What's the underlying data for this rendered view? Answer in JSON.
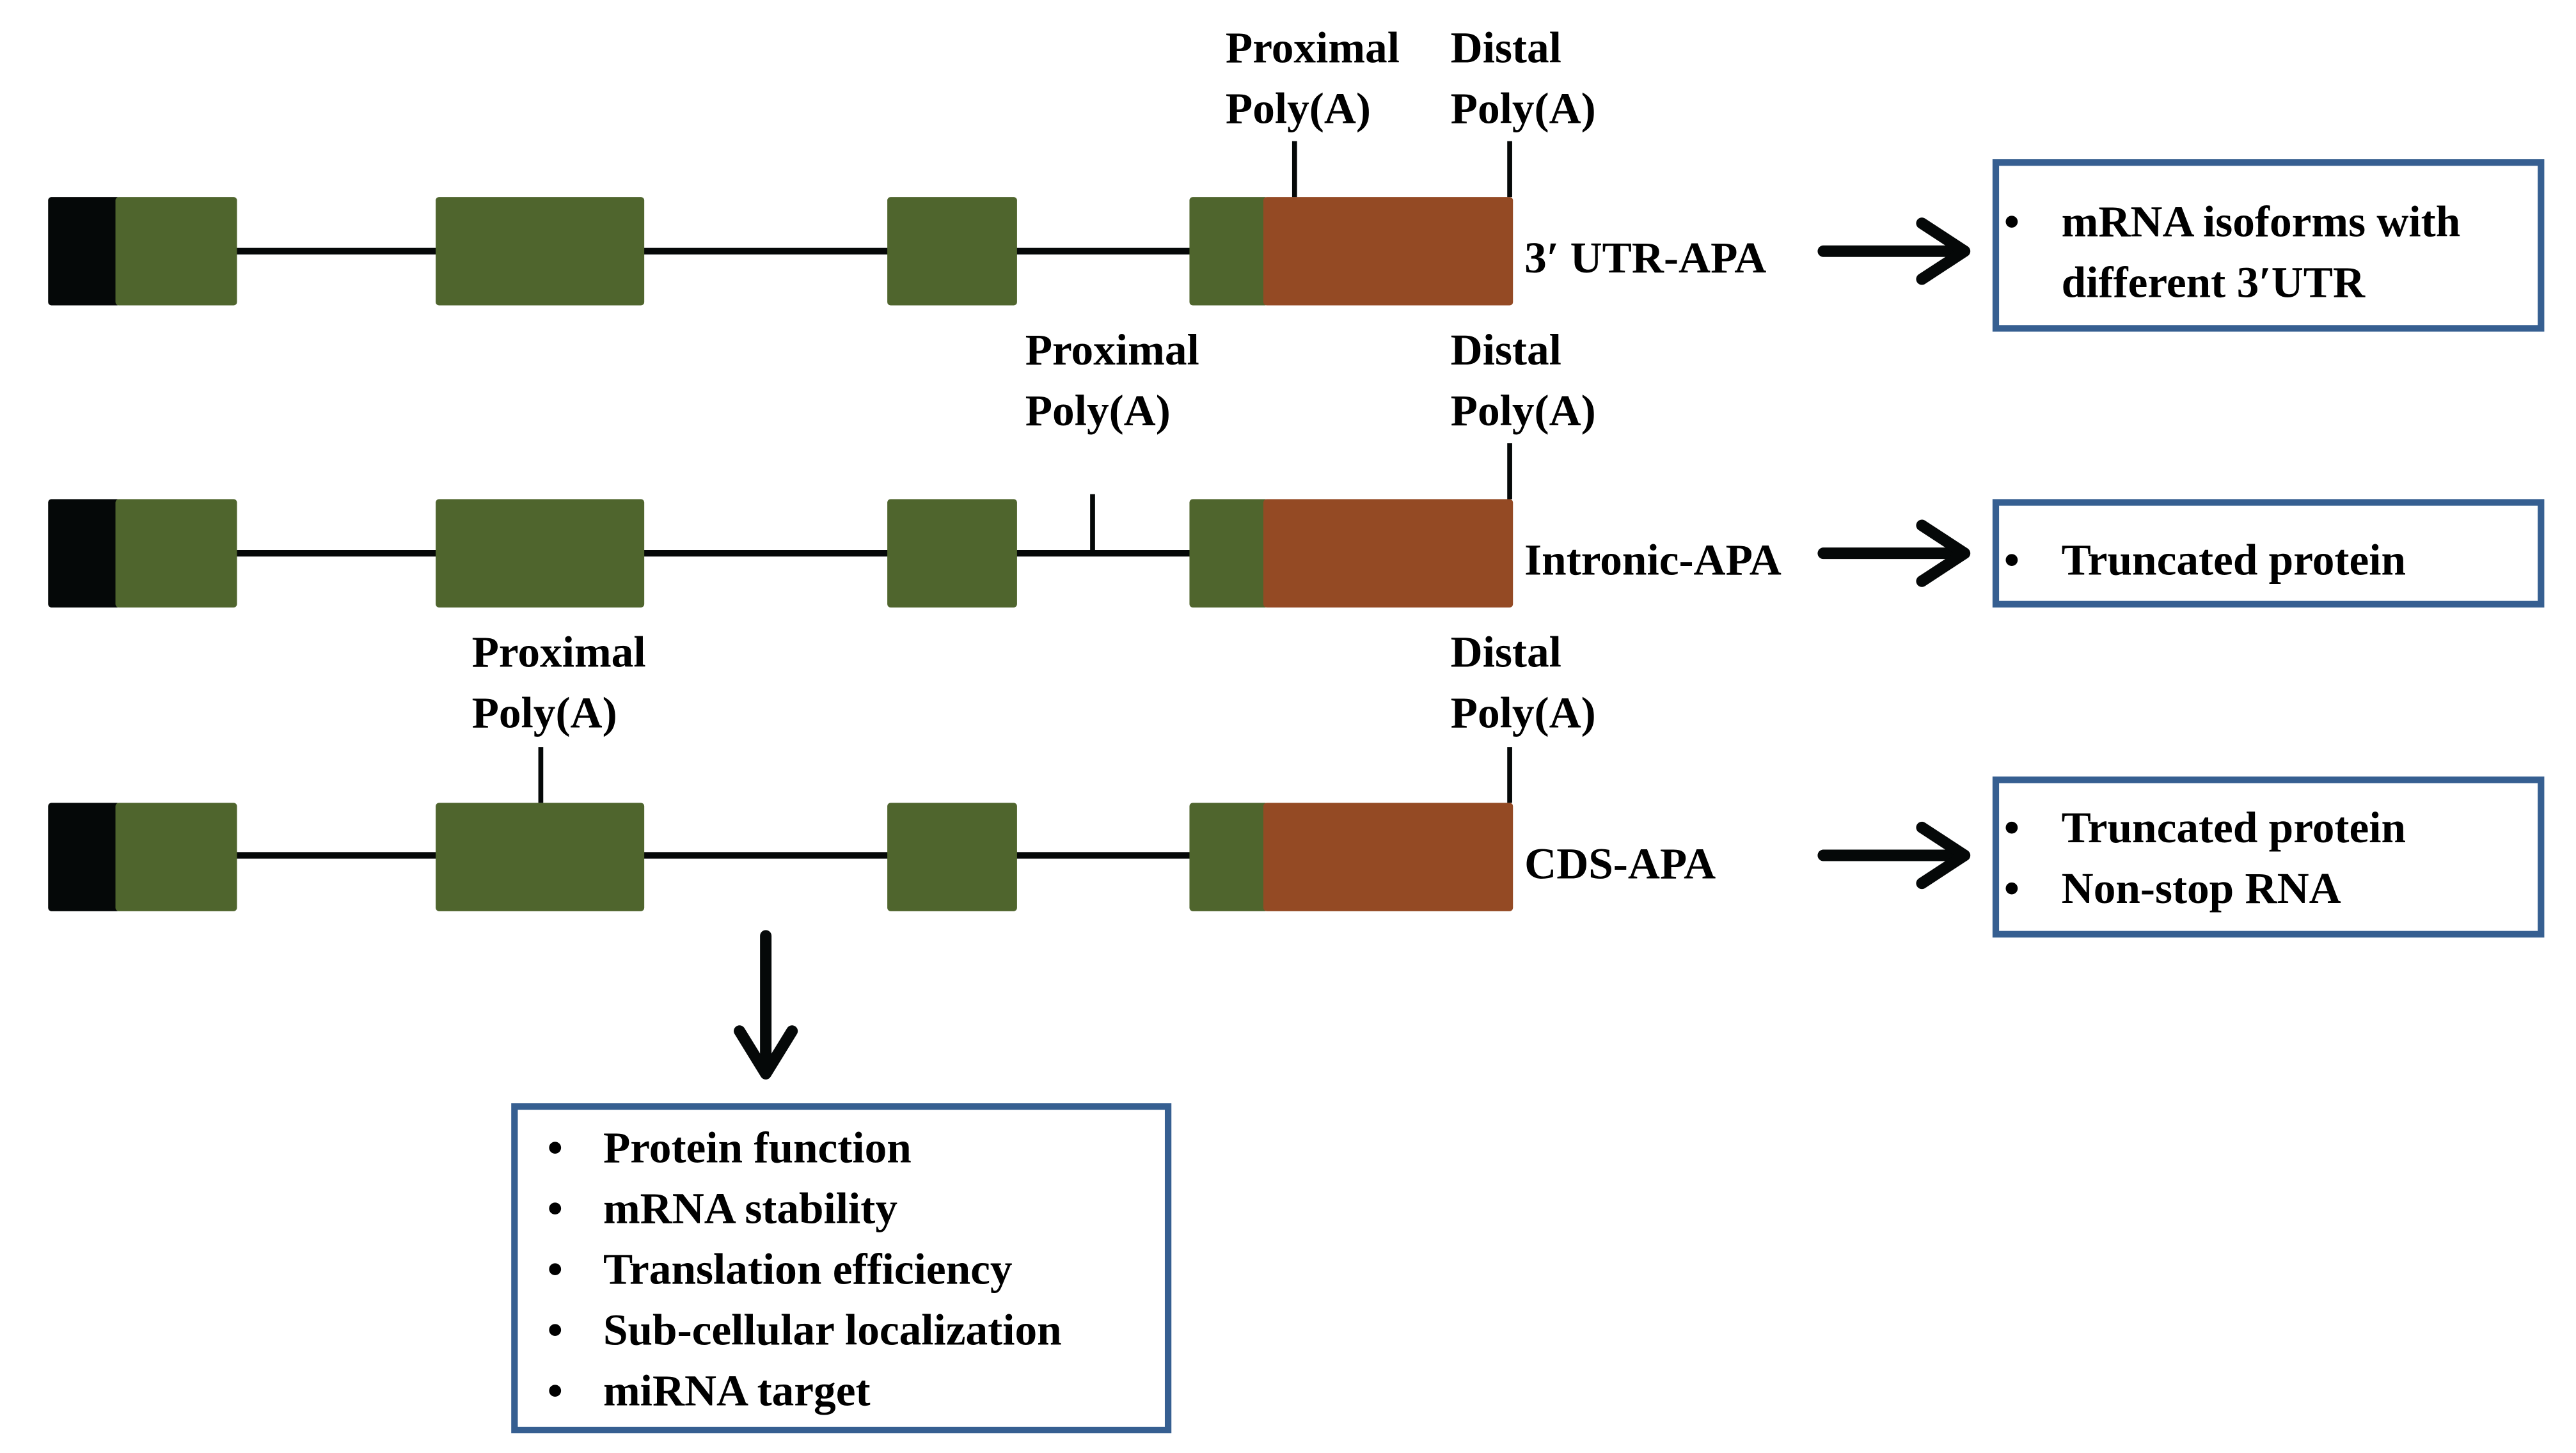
{
  "rows": [
    {
      "name": "3-utr-apa",
      "label": "3′ UTR-APA",
      "proximal": [
        "Proximal",
        "Poly(A)"
      ],
      "distal": [
        "Distal",
        "Poly(A)"
      ],
      "outcomes": [
        "mRNA isoforms with",
        "different 3′UTR"
      ]
    },
    {
      "name": "intronic-apa",
      "label": "Intronic-APA",
      "proximal": [
        "Proximal",
        "Poly(A)"
      ],
      "distal": [
        "Distal",
        "Poly(A)"
      ],
      "outcomes": [
        "Truncated protein"
      ]
    },
    {
      "name": "cds-apa",
      "label": "CDS-APA",
      "proximal": [
        "Proximal",
        "Poly(A)"
      ],
      "distal": [
        "Distal",
        "Poly(A)"
      ],
      "outcomes": [
        "Truncated protein",
        "Non-stop RNA"
      ]
    }
  ],
  "consequences": [
    "Protein function",
    "mRNA stability",
    "Translation efficiency",
    "Sub-cellular localization",
    "miRNA target"
  ],
  "bullet": "•",
  "colors": {
    "exon": "#4f652d",
    "utr": "#944a24",
    "cap": "#050808",
    "box_border": "#365f91"
  }
}
